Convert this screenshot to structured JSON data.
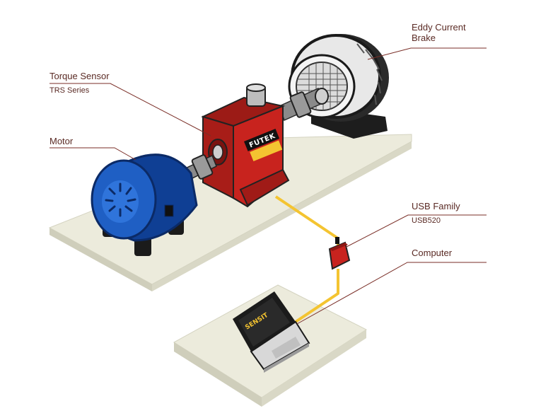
{
  "labels": {
    "torque_sensor": {
      "title": "Torque Sensor",
      "sub": "TRS Series"
    },
    "motor": {
      "title": "Motor"
    },
    "brake": {
      "title": "Eddy Current",
      "title2": "Brake"
    },
    "usb": {
      "title": "USB Family",
      "sub": "USB520"
    },
    "computer": {
      "title": "Computer"
    }
  },
  "logos": {
    "sensor_brand": "FUTEK",
    "laptop_brand": "SENSIT"
  },
  "colors": {
    "leader_line": "#7a2e27",
    "platform": "#ecebdc",
    "motor_blue": "#1f5fc4",
    "sensor_red": "#c8231e",
    "cable_yellow": "#f4c431",
    "label_text": "#5a2a24"
  }
}
